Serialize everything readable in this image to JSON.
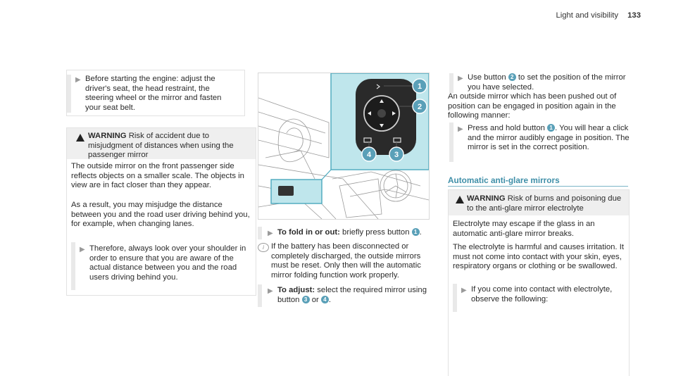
{
  "header": {
    "section": "Light and visibility",
    "page": "133"
  },
  "col1": {
    "step1": "Before starting the engine: adjust the driver's seat, the head restraint, the steering wheel or the mirror and fasten your seat belt.",
    "warning_label": "WARNING",
    "warning_lead": "Risk of accident due to misjudgment of distances when using the passenger mirror",
    "para1": "The outside mirror on the front passenger side reflects objects on a smaller scale. The objects in view are in fact closer than they appear.",
    "para2": "As a result, you may misjudge the distance between you and the road user driving behind you, for example, when changing lanes.",
    "step2": "Therefore, always look over your shoulder in order to ensure that you are aware of the actual distance between you and the road users driving behind you."
  },
  "col2": {
    "markers": [
      "1",
      "2",
      "3",
      "4"
    ],
    "fold_label": "To fold in or out:",
    "fold_text": "briefly press button",
    "info": "If the battery has been disconnected or completely discharged, the outside mirrors must be reset. Only then will the automatic mirror folding function work properly.",
    "adjust_label": "To adjust:",
    "adjust_text": "select the required mirror using button",
    "or": "or"
  },
  "col3": {
    "step1a": "Use button",
    "step1b": "to set the position of the mirror you have selected.",
    "para1": "An outside mirror which has been pushed out of position can be engaged in position again in the following manner:",
    "step2a": "Press and hold button",
    "step2b": "You will hear a click and the mirror audibly engage in position. The mirror is set in the correct position.",
    "section_title": "Automatic anti-glare mirrors",
    "warning_label": "WARNING",
    "warning_lead": "Risk of burns and poisoning due to the anti-glare mirror electrolyte",
    "para2": "Electrolyte may escape if the glass in an automatic anti-glare mirror breaks.",
    "para3": "The electrolyte is harmful and causes irritation. It must not come into contact with your skin, eyes, respiratory organs or clothing or be swallowed.",
    "step3": "If you come into contact with electrolyte, observe the following:"
  },
  "colors": {
    "accent": "#3f8fa8",
    "marker": "#5aa0b8",
    "highlight": "#bfe6ec"
  },
  "icons": [
    "arrow-right-icon",
    "warning-triangle-icon",
    "info-icon"
  ]
}
